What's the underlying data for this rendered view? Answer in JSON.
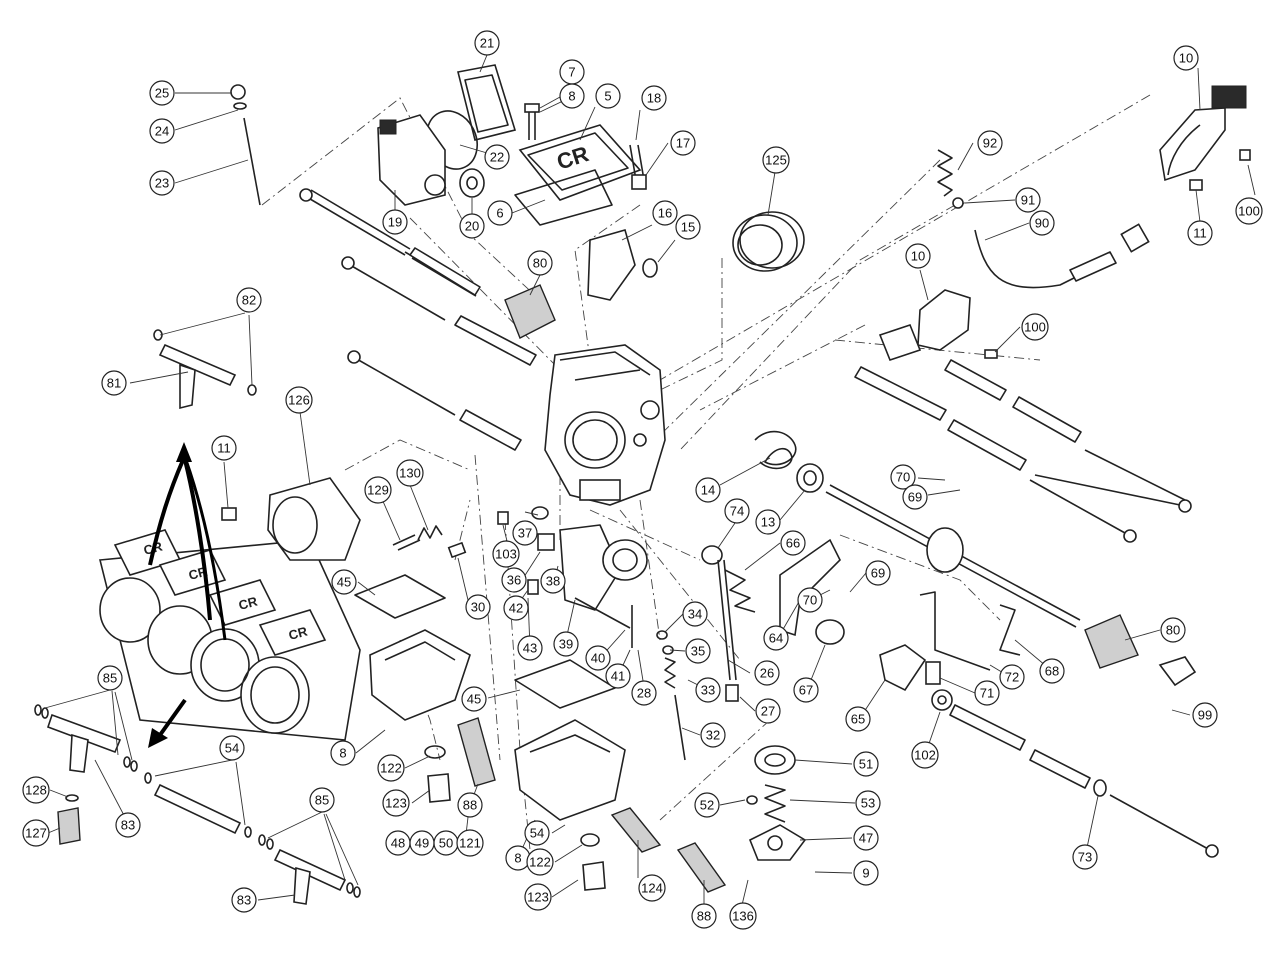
{
  "callouts": [
    {
      "id": "c25",
      "label": "25"
    },
    {
      "id": "c24",
      "label": "24"
    },
    {
      "id": "c23",
      "label": "23"
    },
    {
      "id": "c21",
      "label": "21"
    },
    {
      "id": "c22",
      "label": "22"
    },
    {
      "id": "c19",
      "label": "19"
    },
    {
      "id": "c20",
      "label": "20"
    },
    {
      "id": "c7",
      "label": "7"
    },
    {
      "id": "c8a",
      "label": "8"
    },
    {
      "id": "c5",
      "label": "5"
    },
    {
      "id": "c6",
      "label": "6"
    },
    {
      "id": "c18",
      "label": "18"
    },
    {
      "id": "c17",
      "label": "17"
    },
    {
      "id": "c16",
      "label": "16"
    },
    {
      "id": "c15",
      "label": "15"
    },
    {
      "id": "c125",
      "label": "125"
    },
    {
      "id": "c80a",
      "label": "80"
    },
    {
      "id": "c92",
      "label": "92"
    },
    {
      "id": "c91",
      "label": "91"
    },
    {
      "id": "c90",
      "label": "90"
    },
    {
      "id": "c10a",
      "label": "10"
    },
    {
      "id": "c100a",
      "label": "100"
    },
    {
      "id": "c11a",
      "label": "11"
    },
    {
      "id": "c10b",
      "label": "10"
    },
    {
      "id": "c100b",
      "label": "100"
    },
    {
      "id": "c82",
      "label": "82"
    },
    {
      "id": "c81",
      "label": "81"
    },
    {
      "id": "c126",
      "label": "126"
    },
    {
      "id": "c11b",
      "label": "11"
    },
    {
      "id": "c129",
      "label": "129"
    },
    {
      "id": "c130",
      "label": "130"
    },
    {
      "id": "c14",
      "label": "14"
    },
    {
      "id": "c13",
      "label": "13"
    },
    {
      "id": "c70a",
      "label": "70"
    },
    {
      "id": "c69a",
      "label": "69"
    },
    {
      "id": "c45a",
      "label": "45"
    },
    {
      "id": "c30",
      "label": "30"
    },
    {
      "id": "c37",
      "label": "37"
    },
    {
      "id": "c103",
      "label": "103"
    },
    {
      "id": "c36",
      "label": "36"
    },
    {
      "id": "c38",
      "label": "38"
    },
    {
      "id": "c42",
      "label": "42"
    },
    {
      "id": "c43",
      "label": "43"
    },
    {
      "id": "c39",
      "label": "39"
    },
    {
      "id": "c40",
      "label": "40"
    },
    {
      "id": "c41",
      "label": "41"
    },
    {
      "id": "c28",
      "label": "28"
    },
    {
      "id": "c74",
      "label": "74"
    },
    {
      "id": "c66",
      "label": "66"
    },
    {
      "id": "c34",
      "label": "34"
    },
    {
      "id": "c35",
      "label": "35"
    },
    {
      "id": "c33",
      "label": "33"
    },
    {
      "id": "c26",
      "label": "26"
    },
    {
      "id": "c27",
      "label": "27"
    },
    {
      "id": "c32",
      "label": "32"
    },
    {
      "id": "c64",
      "label": "64"
    },
    {
      "id": "c70b",
      "label": "70"
    },
    {
      "id": "c69b",
      "label": "69"
    },
    {
      "id": "c67",
      "label": "67"
    },
    {
      "id": "c65",
      "label": "65"
    },
    {
      "id": "c71",
      "label": "71"
    },
    {
      "id": "c72",
      "label": "72"
    },
    {
      "id": "c68",
      "label": "68"
    },
    {
      "id": "c80b",
      "label": "80"
    },
    {
      "id": "c99",
      "label": "99"
    },
    {
      "id": "c102",
      "label": "102"
    },
    {
      "id": "c73",
      "label": "73"
    },
    {
      "id": "c45b",
      "label": "45"
    },
    {
      "id": "c8b",
      "label": "8"
    },
    {
      "id": "c122a",
      "label": "122"
    },
    {
      "id": "c123a",
      "label": "123"
    },
    {
      "id": "c88a",
      "label": "88"
    },
    {
      "id": "c48",
      "label": "48"
    },
    {
      "id": "c49",
      "label": "49"
    },
    {
      "id": "c50",
      "label": "50"
    },
    {
      "id": "c121",
      "label": "121"
    },
    {
      "id": "c85a",
      "label": "85"
    },
    {
      "id": "c54a",
      "label": "54"
    },
    {
      "id": "c128",
      "label": "128"
    },
    {
      "id": "c127",
      "label": "127"
    },
    {
      "id": "c83a",
      "label": "83"
    },
    {
      "id": "c85b",
      "label": "85"
    },
    {
      "id": "c83b",
      "label": "83"
    },
    {
      "id": "c51",
      "label": "51"
    },
    {
      "id": "c52",
      "label": "52"
    },
    {
      "id": "c53",
      "label": "53"
    },
    {
      "id": "c47",
      "label": "47"
    },
    {
      "id": "c9",
      "label": "9"
    },
    {
      "id": "c8c",
      "label": "8"
    },
    {
      "id": "c54b",
      "label": "54"
    },
    {
      "id": "c122b",
      "label": "122"
    },
    {
      "id": "c123b",
      "label": "123"
    },
    {
      "id": "c124",
      "label": "124"
    },
    {
      "id": "c88b",
      "label": "88"
    },
    {
      "id": "c136",
      "label": "136"
    }
  ],
  "cap_marking": "CR"
}
